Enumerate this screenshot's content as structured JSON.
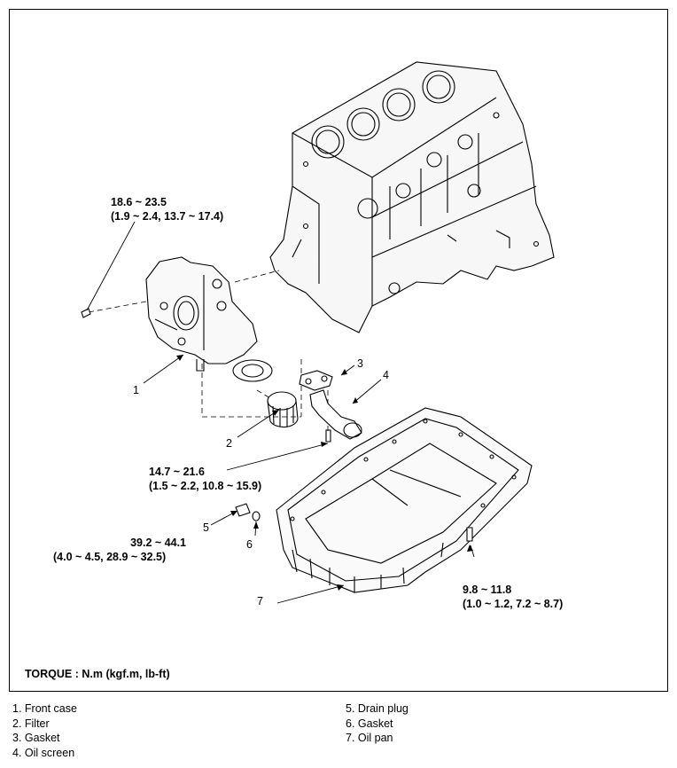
{
  "callouts": {
    "n1": "1",
    "n2": "2",
    "n3": "3",
    "n4": "4",
    "n5": "5",
    "n6": "6",
    "n7": "7"
  },
  "torques": {
    "front_case_bolt": {
      "nm": "18.6 ~ 23.5",
      "alt": "(1.9 ~ 2.4, 13.7 ~ 17.4)"
    },
    "oil_screen_bolt": {
      "nm": "14.7 ~ 21.6",
      "alt": "(1.5 ~ 2.2, 10.8 ~ 15.9)"
    },
    "drain_plug": {
      "nm": "39.2 ~ 44.1",
      "alt": "(4.0 ~ 4.5, 28.9 ~ 32.5)"
    },
    "oil_pan_bolt": {
      "nm": "9.8 ~ 11.8",
      "alt": "(1.0 ~ 1.2, 7.2 ~ 8.7)"
    }
  },
  "torque_unit": "TORQUE : N.m (kgf.m, lb-ft)",
  "legend": {
    "left": [
      "1. Front case",
      "2. Filter",
      "3. Gasket",
      "4. Oil screen"
    ],
    "right": [
      "5. Drain plug",
      "6. Gasket",
      "7. Oil pan"
    ]
  }
}
